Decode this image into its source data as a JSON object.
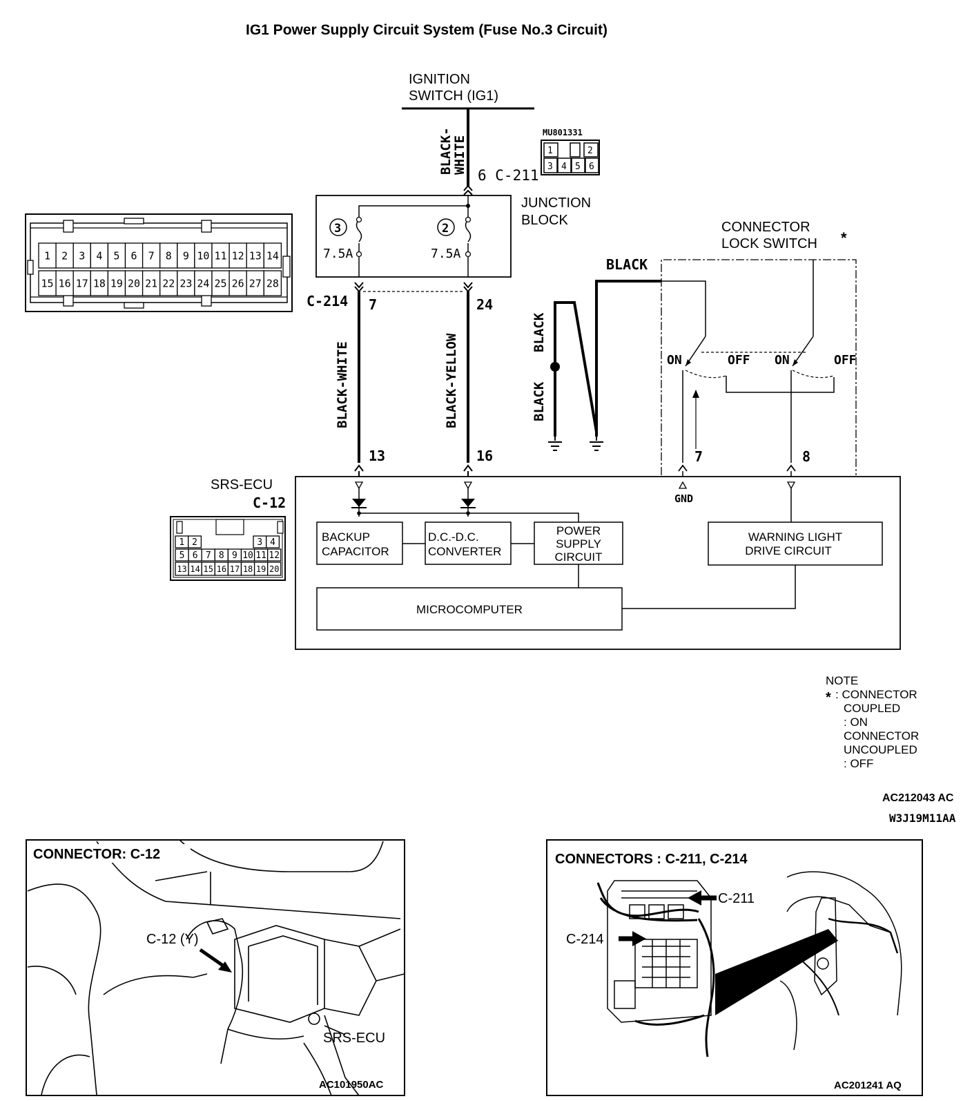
{
  "title": "IG1 Power Supply Circuit System (Fuse No.3 Circuit)",
  "ignition_switch": {
    "line1": "IGNITION",
    "line2": "SWITCH (IG1)"
  },
  "wire_black_white_top": {
    "line1": "BLACK-",
    "line2": "WHITE"
  },
  "c211_label": "6 C-211",
  "connector_mu": {
    "part_no": "MU801331",
    "pins_top": [
      "1",
      "2"
    ],
    "pins_bottom": [
      "3",
      "4",
      "5",
      "6"
    ]
  },
  "junction_block": {
    "line1": "JUNCTION",
    "line2": "BLOCK",
    "fuse_left_no": "3",
    "fuse_left_rating": "7.5A",
    "fuse_right_no": "2",
    "fuse_right_rating": "7.5A"
  },
  "c214": {
    "label": "C-214",
    "pin_left": "7",
    "pin_right": "24"
  },
  "connector_28": {
    "row1": [
      "1",
      "2",
      "3",
      "4",
      "5",
      "6",
      "7",
      "8",
      "9",
      "10",
      "11",
      "12",
      "13",
      "14"
    ],
    "row2": [
      "15",
      "16",
      "17",
      "18",
      "19",
      "20",
      "21",
      "22",
      "23",
      "24",
      "25",
      "26",
      "27",
      "28"
    ]
  },
  "wires": {
    "black_white": "BLACK-WHITE",
    "black_yellow": "BLACK-YELLOW",
    "black_top": "BLACK",
    "black_mid": "BLACK",
    "black_low": "BLACK"
  },
  "connector_lock_switch": {
    "line1": "CONNECTOR",
    "line2": "LOCK SWITCH",
    "asterisk": "*",
    "on_left": "ON",
    "off_left": "OFF",
    "on_right": "ON",
    "off_right": "OFF",
    "pin7": "7",
    "pin8": "8"
  },
  "srs_ecu": {
    "label": "SRS-ECU",
    "connector": "C-12",
    "pin13": "13",
    "pin16": "16",
    "gnd": "GND",
    "pins_row1_left": [
      "1",
      "2"
    ],
    "pins_row1_right": [
      "3",
      "4"
    ],
    "pins_row2": [
      "5",
      "6",
      "7",
      "8",
      "9",
      "10",
      "11",
      "12"
    ],
    "pins_row3": [
      "13",
      "14",
      "15",
      "16",
      "17",
      "18",
      "19",
      "20"
    ],
    "backup_capacitor": {
      "line1": "BACKUP",
      "line2": "CAPACITOR"
    },
    "dcdc_converter": {
      "line1": "D.C.-D.C.",
      "line2": "CONVERTER"
    },
    "power_supply": {
      "line1": "POWER",
      "line2": "SUPPLY",
      "line3": "CIRCUIT"
    },
    "warning_light": {
      "line1": "WARNING LIGHT",
      "line2": "DRIVE CIRCUIT"
    },
    "microcomputer": "MICROCOMPUTER"
  },
  "note": {
    "heading": "NOTE",
    "star": "*",
    "line1": ": CONNECTOR",
    "line2": "COUPLED",
    "line3": ": ON",
    "line4": "CONNECTOR",
    "line5": "UNCOUPLED",
    "line6": ": OFF"
  },
  "codes": {
    "code1": "AC212043 AC",
    "code2": "W3J19M11AA"
  },
  "panel_left": {
    "title": "CONNECTOR: C-12",
    "callout_connector": "C-12 (Y)",
    "callout_unit": "SRS-ECU",
    "code": "AC101950AC"
  },
  "panel_right": {
    "title": "CONNECTORS : C-211, C-214",
    "callout_c211": "C-211",
    "callout_c214": "C-214",
    "code": "AC201241 AQ"
  }
}
